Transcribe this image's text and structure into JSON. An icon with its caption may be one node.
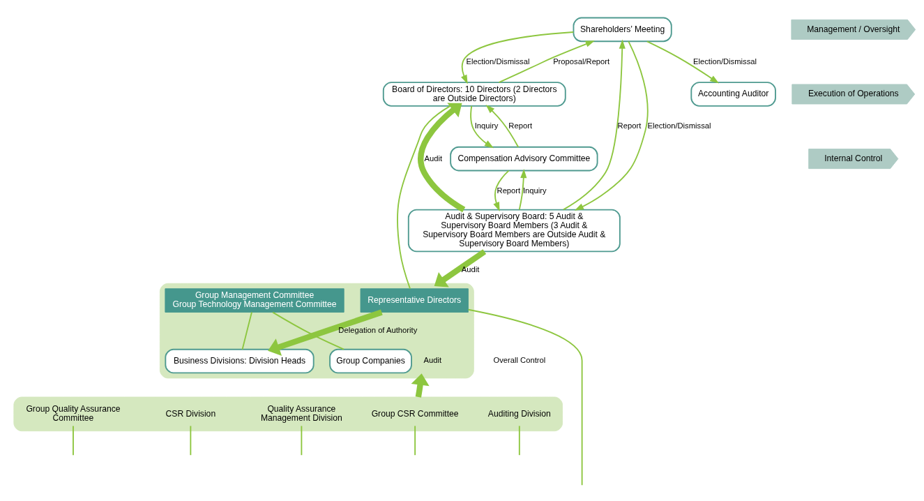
{
  "diagram": {
    "nodes": [
      {
        "text": [
          "Shareholders’ Meeting"
        ]
      },
      {
        "text": [
          "Board of Directors: 10 Directors (2 Directors are Outside Directors)"
        ]
      },
      {
        "text": [
          "Audit & Supervisory Board: 5 Audit & Supervisory Board Members (3 Audit & Supervisory Board Members are Outside Audit & Supervisory Board Members)"
        ]
      },
      {
        "text": [
          "Accounting Auditor"
        ]
      },
      {
        "text": [
          "Compensation Advisory Committee"
        ]
      },
      {
        "text": [],
        "shape": "box"
      },
      {
        "text": [
          "Representative Directors"
        ],
        "in": 5
      },
      {
        "text": [
          "Group Management Committee",
          "Group Technology Management Committee"
        ],
        "in": 5
      },
      {
        "text": [
          "Business Divisions: Division Heads"
        ],
        "in": 5
      },
      {
        "text": [
          "Group Companies"
        ],
        "in": 5
      },
      {
        "text": [],
        "shape": "box"
      },
      {
        "text": [
          "Auditing Division"
        ],
        "in": 10
      },
      {
        "text": [
          "Quality Assurance Management Division"
        ],
        "in": 10
      },
      {
        "text": [
          "CSR Division"
        ],
        "in": 10
      },
      {
        "text": [
          "Group Quality Assurance Committee"
        ],
        "in": 10
      },
      {
        "text": [
          "Group CSR Committee"
        ],
        "in": 10
      },
      {
        "text": [
          "Management / Oversight"
        ]
      },
      {
        "text": [
          "Execution of Operations"
        ]
      },
      {
        "text": [
          "Internal Control"
        ]
      }
    ],
    "edges": [
      {
        "from": 1,
        "to": 0,
        "arrow": "to",
        "label": "Proposal/Report"
      },
      {
        "from": 0,
        "to": 1,
        "arrow": "to",
        "label": "Election/Dismissal"
      },
      {
        "from": 2,
        "to": 0,
        "arrow": "to",
        "label": "Report"
      },
      {
        "from": 0,
        "to": 2,
        "arrow": "to",
        "label": "Election/Dismissal"
      },
      {
        "from": 0,
        "to": 3,
        "arrow": "to",
        "label": "Election/Dismissal"
      },
      {
        "from": 2,
        "to": 1,
        "arrow": "to",
        "label": "Audit",
        "style": "thick"
      },
      {
        "from": 4,
        "to": 1,
        "arrow": "to",
        "label": "Report"
      },
      {
        "from": 1,
        "to": 4,
        "arrow": "to",
        "label": "Inquiry"
      },
      {
        "from": 4,
        "to": 2,
        "arrow": "to",
        "label": "Report"
      },
      {
        "from": 2,
        "to": 4,
        "arrow": "to",
        "label": "Inquiry"
      },
      {
        "from": 2,
        "to": 5,
        "arrow": "to",
        "label": "Audit",
        "style": "thick"
      },
      {
        "from": 6,
        "to": 8,
        "arrow": "to",
        "label": "Delegation of Authority",
        "style": "thick"
      },
      {
        "from": 10,
        "to": 5,
        "arrow": "to",
        "label": "Audit",
        "style": "thick"
      },
      {
        "from": 1,
        "to": 6,
        "arrow": "none"
      },
      {
        "from": 7,
        "to": 8,
        "arrow": "none"
      },
      {
        "from": 7,
        "to": 9,
        "arrow": "none"
      },
      {
        "from": 6,
        "to": null,
        "arrow": "none"
      },
      {
        "from": 11,
        "to": null,
        "arrow": "none"
      },
      {
        "from": 12,
        "to": null,
        "arrow": "none"
      },
      {
        "from": 13,
        "to": null,
        "arrow": "none"
      },
      {
        "from": 14,
        "to": null,
        "arrow": "none"
      },
      {
        "from": 15,
        "to": null,
        "arrow": "none"
      }
    ],
    "labels": [
      "Overall Control"
    ]
  }
}
